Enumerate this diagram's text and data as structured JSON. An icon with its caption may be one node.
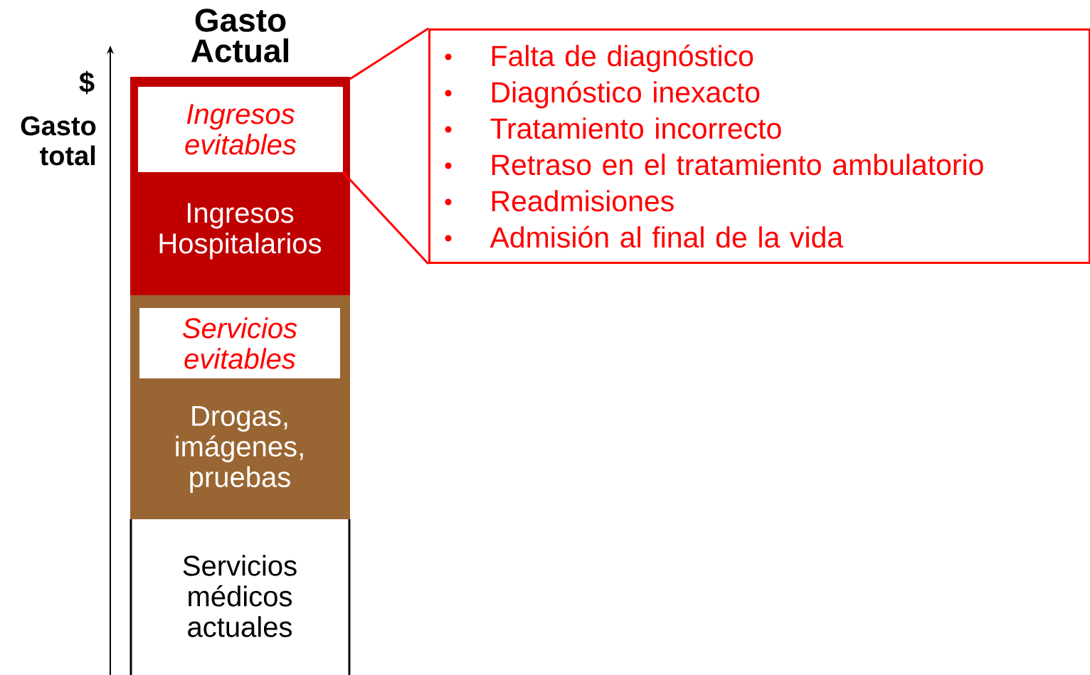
{
  "diagram": {
    "nodes": [
      {
        "text": [
          "Ingresos Hospitalarios"
        ]
      },
      {
        "text": [
          "Ingresos evitables"
        ],
        "in": 0
      },
      {
        "text": [
          "Drogas, imágenes, pruebas"
        ]
      },
      {
        "text": [
          "Servicios evitables"
        ],
        "in": 2
      },
      {
        "text": [
          "Servicios médicos actuales"
        ]
      },
      {
        "text": [
          "Falta de diagnóstico",
          "Diagnóstico inexacto",
          "Tratamiento incorrecto",
          "Retraso en el tratamiento ambulatorio",
          "Readmisiones",
          "Admisión al final de la vida"
        ]
      }
    ],
    "edges": [
      {
        "from": 1,
        "to": 5,
        "arrow": "none"
      },
      {
        "from": 1,
        "to": 5,
        "arrow": "none"
      }
    ],
    "labels": [
      "Gasto Actual",
      "$",
      "Gasto total"
    ]
  }
}
